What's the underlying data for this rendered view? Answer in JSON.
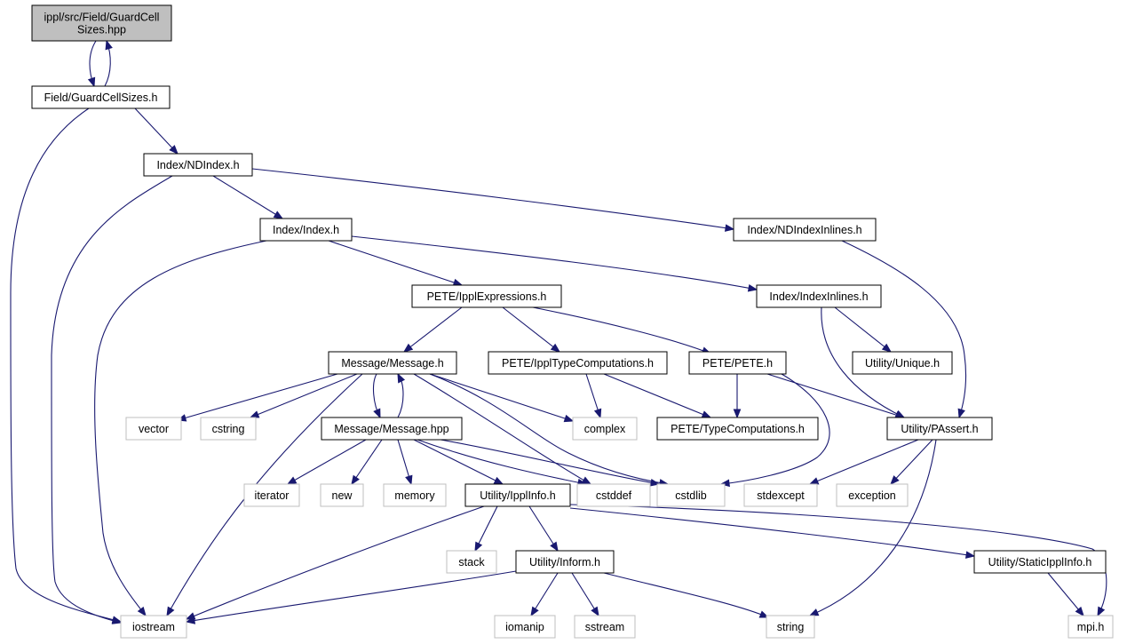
{
  "diagram": {
    "type": "include-dependency-graph",
    "nodes": [
      {
        "id": "root",
        "label": "ippl/src/Field/GuardCellSizes.hpp",
        "lines": [
          "ippl/src/Field/GuardCell",
          "Sizes.hpp"
        ],
        "kind": "root"
      },
      {
        "id": "gcs_h",
        "label": "Field/GuardCellSizes.h",
        "kind": "local"
      },
      {
        "id": "ndindex",
        "label": "Index/NDIndex.h",
        "kind": "local"
      },
      {
        "id": "index",
        "label": "Index/Index.h",
        "kind": "local"
      },
      {
        "id": "ndinl",
        "label": "Index/NDIndexInlines.h",
        "kind": "local"
      },
      {
        "id": "exprs",
        "label": "PETE/IpplExpressions.h",
        "kind": "local"
      },
      {
        "id": "idxinl",
        "label": "Index/IndexInlines.h",
        "kind": "local"
      },
      {
        "id": "msg_h",
        "label": "Message/Message.h",
        "kind": "local"
      },
      {
        "id": "ipplty",
        "label": "PETE/IpplTypeComputations.h",
        "kind": "local"
      },
      {
        "id": "pete",
        "label": "PETE/PETE.h",
        "kind": "local"
      },
      {
        "id": "unique",
        "label": "Utility/Unique.h",
        "kind": "local"
      },
      {
        "id": "vector",
        "label": "vector",
        "kind": "system"
      },
      {
        "id": "cstring",
        "label": "cstring",
        "kind": "system"
      },
      {
        "id": "msg_hpp",
        "label": "Message/Message.hpp",
        "kind": "local"
      },
      {
        "id": "complex",
        "label": "complex",
        "kind": "system"
      },
      {
        "id": "typec",
        "label": "PETE/TypeComputations.h",
        "kind": "local"
      },
      {
        "id": "passert",
        "label": "Utility/PAssert.h",
        "kind": "local"
      },
      {
        "id": "iterator",
        "label": "iterator",
        "kind": "system"
      },
      {
        "id": "new",
        "label": "new",
        "kind": "system"
      },
      {
        "id": "memory",
        "label": "memory",
        "kind": "system"
      },
      {
        "id": "ipplinfo",
        "label": "Utility/IpplInfo.h",
        "kind": "local"
      },
      {
        "id": "cstddef",
        "label": "cstddef",
        "kind": "system"
      },
      {
        "id": "cstdlib",
        "label": "cstdlib",
        "kind": "system"
      },
      {
        "id": "stdexcept",
        "label": "stdexcept",
        "kind": "system"
      },
      {
        "id": "exception",
        "label": "exception",
        "kind": "system"
      },
      {
        "id": "stack",
        "label": "stack",
        "kind": "system"
      },
      {
        "id": "inform",
        "label": "Utility/Inform.h",
        "kind": "local"
      },
      {
        "id": "static",
        "label": "Utility/StaticIpplInfo.h",
        "kind": "local"
      },
      {
        "id": "iostream",
        "label": "iostream",
        "kind": "system"
      },
      {
        "id": "iomanip",
        "label": "iomanip",
        "kind": "system"
      },
      {
        "id": "sstream",
        "label": "sstream",
        "kind": "system"
      },
      {
        "id": "string",
        "label": "string",
        "kind": "system"
      },
      {
        "id": "mpi",
        "label": "mpi.h",
        "kind": "system"
      }
    ],
    "edges": [
      {
        "from": "root",
        "to": "gcs_h"
      },
      {
        "from": "gcs_h",
        "to": "root"
      },
      {
        "from": "gcs_h",
        "to": "ndindex"
      },
      {
        "from": "gcs_h",
        "to": "iostream"
      },
      {
        "from": "ndindex",
        "to": "index"
      },
      {
        "from": "ndindex",
        "to": "ndinl"
      },
      {
        "from": "ndindex",
        "to": "iostream"
      },
      {
        "from": "index",
        "to": "exprs"
      },
      {
        "from": "index",
        "to": "idxinl"
      },
      {
        "from": "index",
        "to": "iostream"
      },
      {
        "from": "ndinl",
        "to": "passert"
      },
      {
        "from": "exprs",
        "to": "msg_h"
      },
      {
        "from": "exprs",
        "to": "ipplty"
      },
      {
        "from": "exprs",
        "to": "pete"
      },
      {
        "from": "idxinl",
        "to": "unique"
      },
      {
        "from": "idxinl",
        "to": "passert"
      },
      {
        "from": "msg_h",
        "to": "vector"
      },
      {
        "from": "msg_h",
        "to": "cstring"
      },
      {
        "from": "msg_h",
        "to": "msg_hpp"
      },
      {
        "from": "msg_h",
        "to": "complex"
      },
      {
        "from": "msg_h",
        "to": "cstddef"
      },
      {
        "from": "msg_h",
        "to": "cstdlib"
      },
      {
        "from": "msg_h",
        "to": "iostream"
      },
      {
        "from": "msg_hpp",
        "to": "msg_h"
      },
      {
        "from": "msg_hpp",
        "to": "iterator"
      },
      {
        "from": "msg_hpp",
        "to": "new"
      },
      {
        "from": "msg_hpp",
        "to": "memory"
      },
      {
        "from": "msg_hpp",
        "to": "cstddef"
      },
      {
        "from": "msg_hpp",
        "to": "cstdlib"
      },
      {
        "from": "msg_hpp",
        "to": "ipplinfo"
      },
      {
        "from": "ipplty",
        "to": "complex"
      },
      {
        "from": "ipplty",
        "to": "typec"
      },
      {
        "from": "pete",
        "to": "typec"
      },
      {
        "from": "pete",
        "to": "passert"
      },
      {
        "from": "pete",
        "to": "cstdlib"
      },
      {
        "from": "passert",
        "to": "stdexcept"
      },
      {
        "from": "passert",
        "to": "exception"
      },
      {
        "from": "passert",
        "to": "string"
      },
      {
        "from": "ipplinfo",
        "to": "stack"
      },
      {
        "from": "ipplinfo",
        "to": "inform"
      },
      {
        "from": "ipplinfo",
        "to": "static"
      },
      {
        "from": "ipplinfo",
        "to": "iostream"
      },
      {
        "from": "ipplinfo",
        "to": "mpi"
      },
      {
        "from": "inform",
        "to": "iostream"
      },
      {
        "from": "inform",
        "to": "iomanip"
      },
      {
        "from": "inform",
        "to": "sstream"
      },
      {
        "from": "inform",
        "to": "string"
      },
      {
        "from": "static",
        "to": "mpi"
      }
    ]
  }
}
